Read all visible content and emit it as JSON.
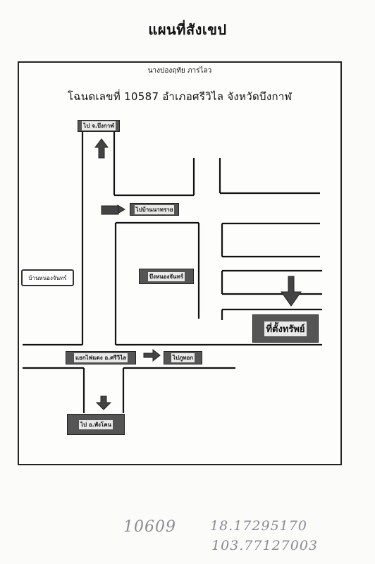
{
  "title": "แผนที่สังเขป",
  "map": {
    "owner": "นางปองฤทัย ภารไลว",
    "deed": "โฉนดเลขที่ 10587  อำเภอศรีวิไล จังหวัดบึงกาฬ",
    "labels": {
      "to_bueng_kan": "ไป จ.บึงกาฬ",
      "to_ban_na_sai": "ไปบ้านนาทราย",
      "ban_nong_chan": "บ้านหนองจันทร์",
      "bueng_nong_chan": "บึงหนองจันทร์",
      "property": "ที่ตั้งทรัพย์",
      "intersection": "แยกไฟแดง อ.ศรีวิไล",
      "to_phu_thok": "ไปภูทอก",
      "to_phon_charoen": "ไป อ.พังโคน"
    }
  },
  "handwritten": {
    "number": "10609",
    "lat": "18.17295170",
    "lon": "103.77127003"
  }
}
